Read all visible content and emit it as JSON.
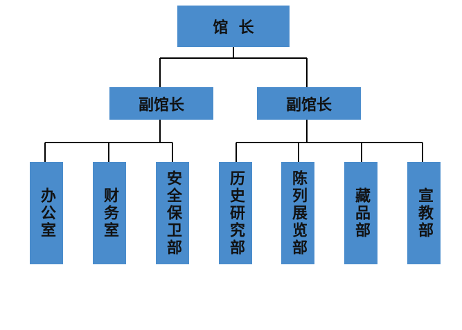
{
  "diagram": {
    "root": {
      "label": "馆  长"
    },
    "deputies": [
      {
        "label": "副馆长"
      },
      {
        "label": "副馆长"
      }
    ],
    "departments": [
      {
        "label": "办公室"
      },
      {
        "label": "财务室"
      },
      {
        "label": "安全保卫部"
      },
      {
        "label": "历史研究部"
      },
      {
        "label": "陈列展览部"
      },
      {
        "label": "藏品部"
      },
      {
        "label": "宣教部"
      }
    ],
    "colors": {
      "box": "#4a8ccc",
      "line": "#000000",
      "text": "#111111"
    }
  }
}
